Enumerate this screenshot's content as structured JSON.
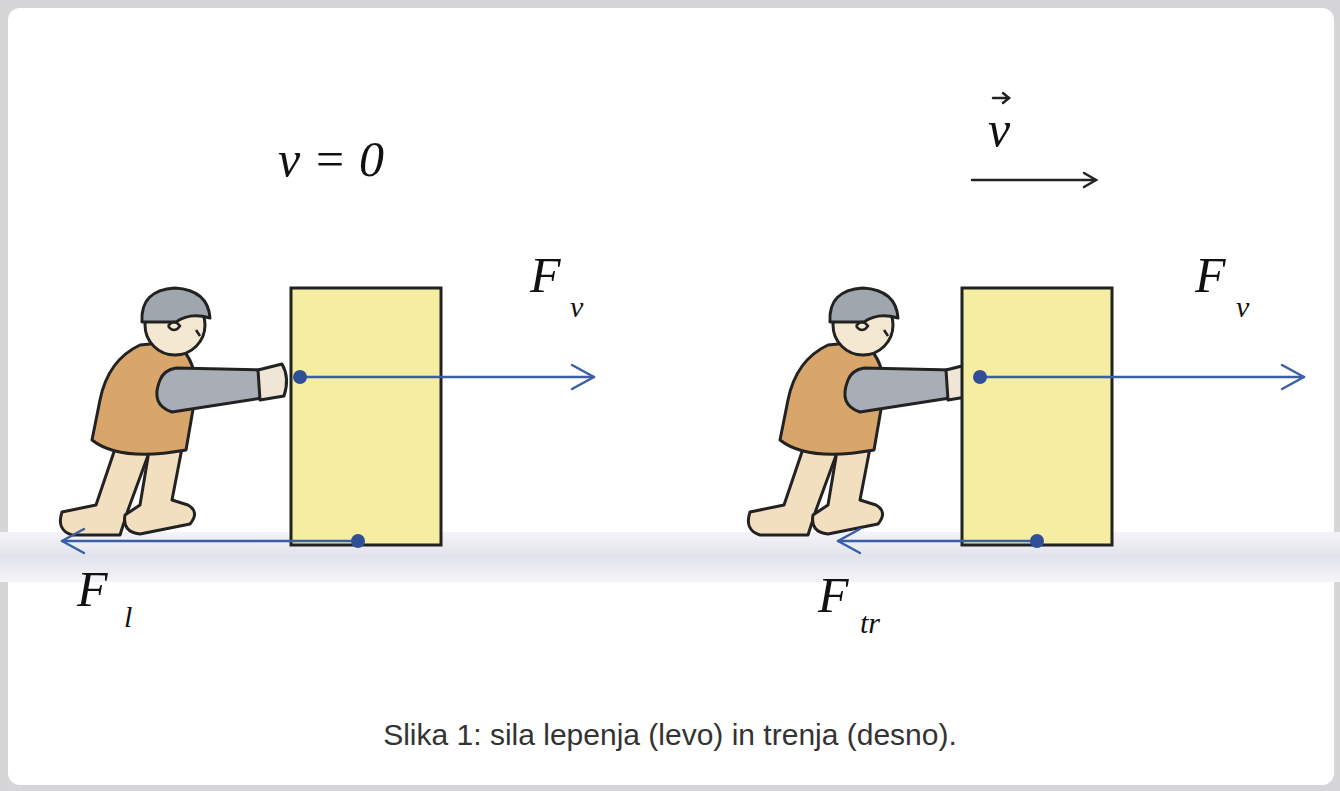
{
  "diagram": {
    "caption": "Slika 1: sila lepenja (levo) in trenja (desno).",
    "labels": [
      "v = 0",
      "F",
      "v",
      "F",
      "l",
      "v",
      "F",
      "v",
      "F",
      "tr"
    ]
  }
}
